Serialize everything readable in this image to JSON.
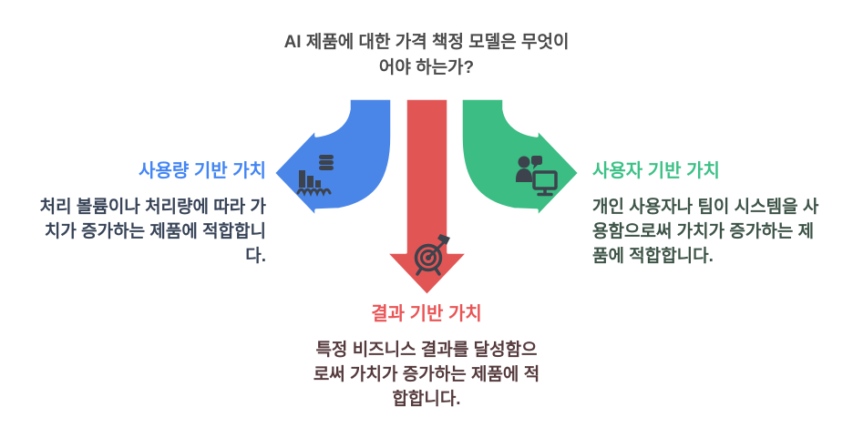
{
  "title": {
    "line1": "AI 제품에 대한 가격 책정 모델은 무엇이",
    "line2": "어야 하는가?"
  },
  "sections": {
    "usage": {
      "heading": "사용량 기반 가치",
      "body_lines": [
        "처리 볼륨이나 처리량에 따라 가",
        "치가 증가하는 제품에 적합합니",
        "다."
      ],
      "icon": "bar-chart-database-icon",
      "arrow_direction": "left"
    },
    "user": {
      "heading": "사용자 기반 가치",
      "body_lines": [
        "개인 사용자나 팀이 시스템을 사",
        "용함으로써 가치가 증가하는 제",
        "품에 적합합니다."
      ],
      "icon": "users-monitor-icon",
      "arrow_direction": "right"
    },
    "outcome": {
      "heading": "결과 기반 가치",
      "body_lines": [
        "특정 비즈니스 결과를 달성함으",
        "로써 가치가 증가하는 제품에 적",
        "합합니다."
      ],
      "icon": "target-dart-icon",
      "arrow_direction": "down"
    }
  },
  "colors": {
    "background": "#ffffff",
    "title_text": "#4a4a4a",
    "usage_accent": "#4285f4",
    "usage_body": "#374357",
    "user_accent": "#3cc186",
    "user_body": "#3d5347",
    "outcome_accent": "#ea5455",
    "outcome_body": "#553a3d",
    "arrow_blue": "#4a86e8",
    "arrow_red": "#e25555",
    "arrow_green": "#3bbd83",
    "icon_dark": "#3c434d"
  }
}
